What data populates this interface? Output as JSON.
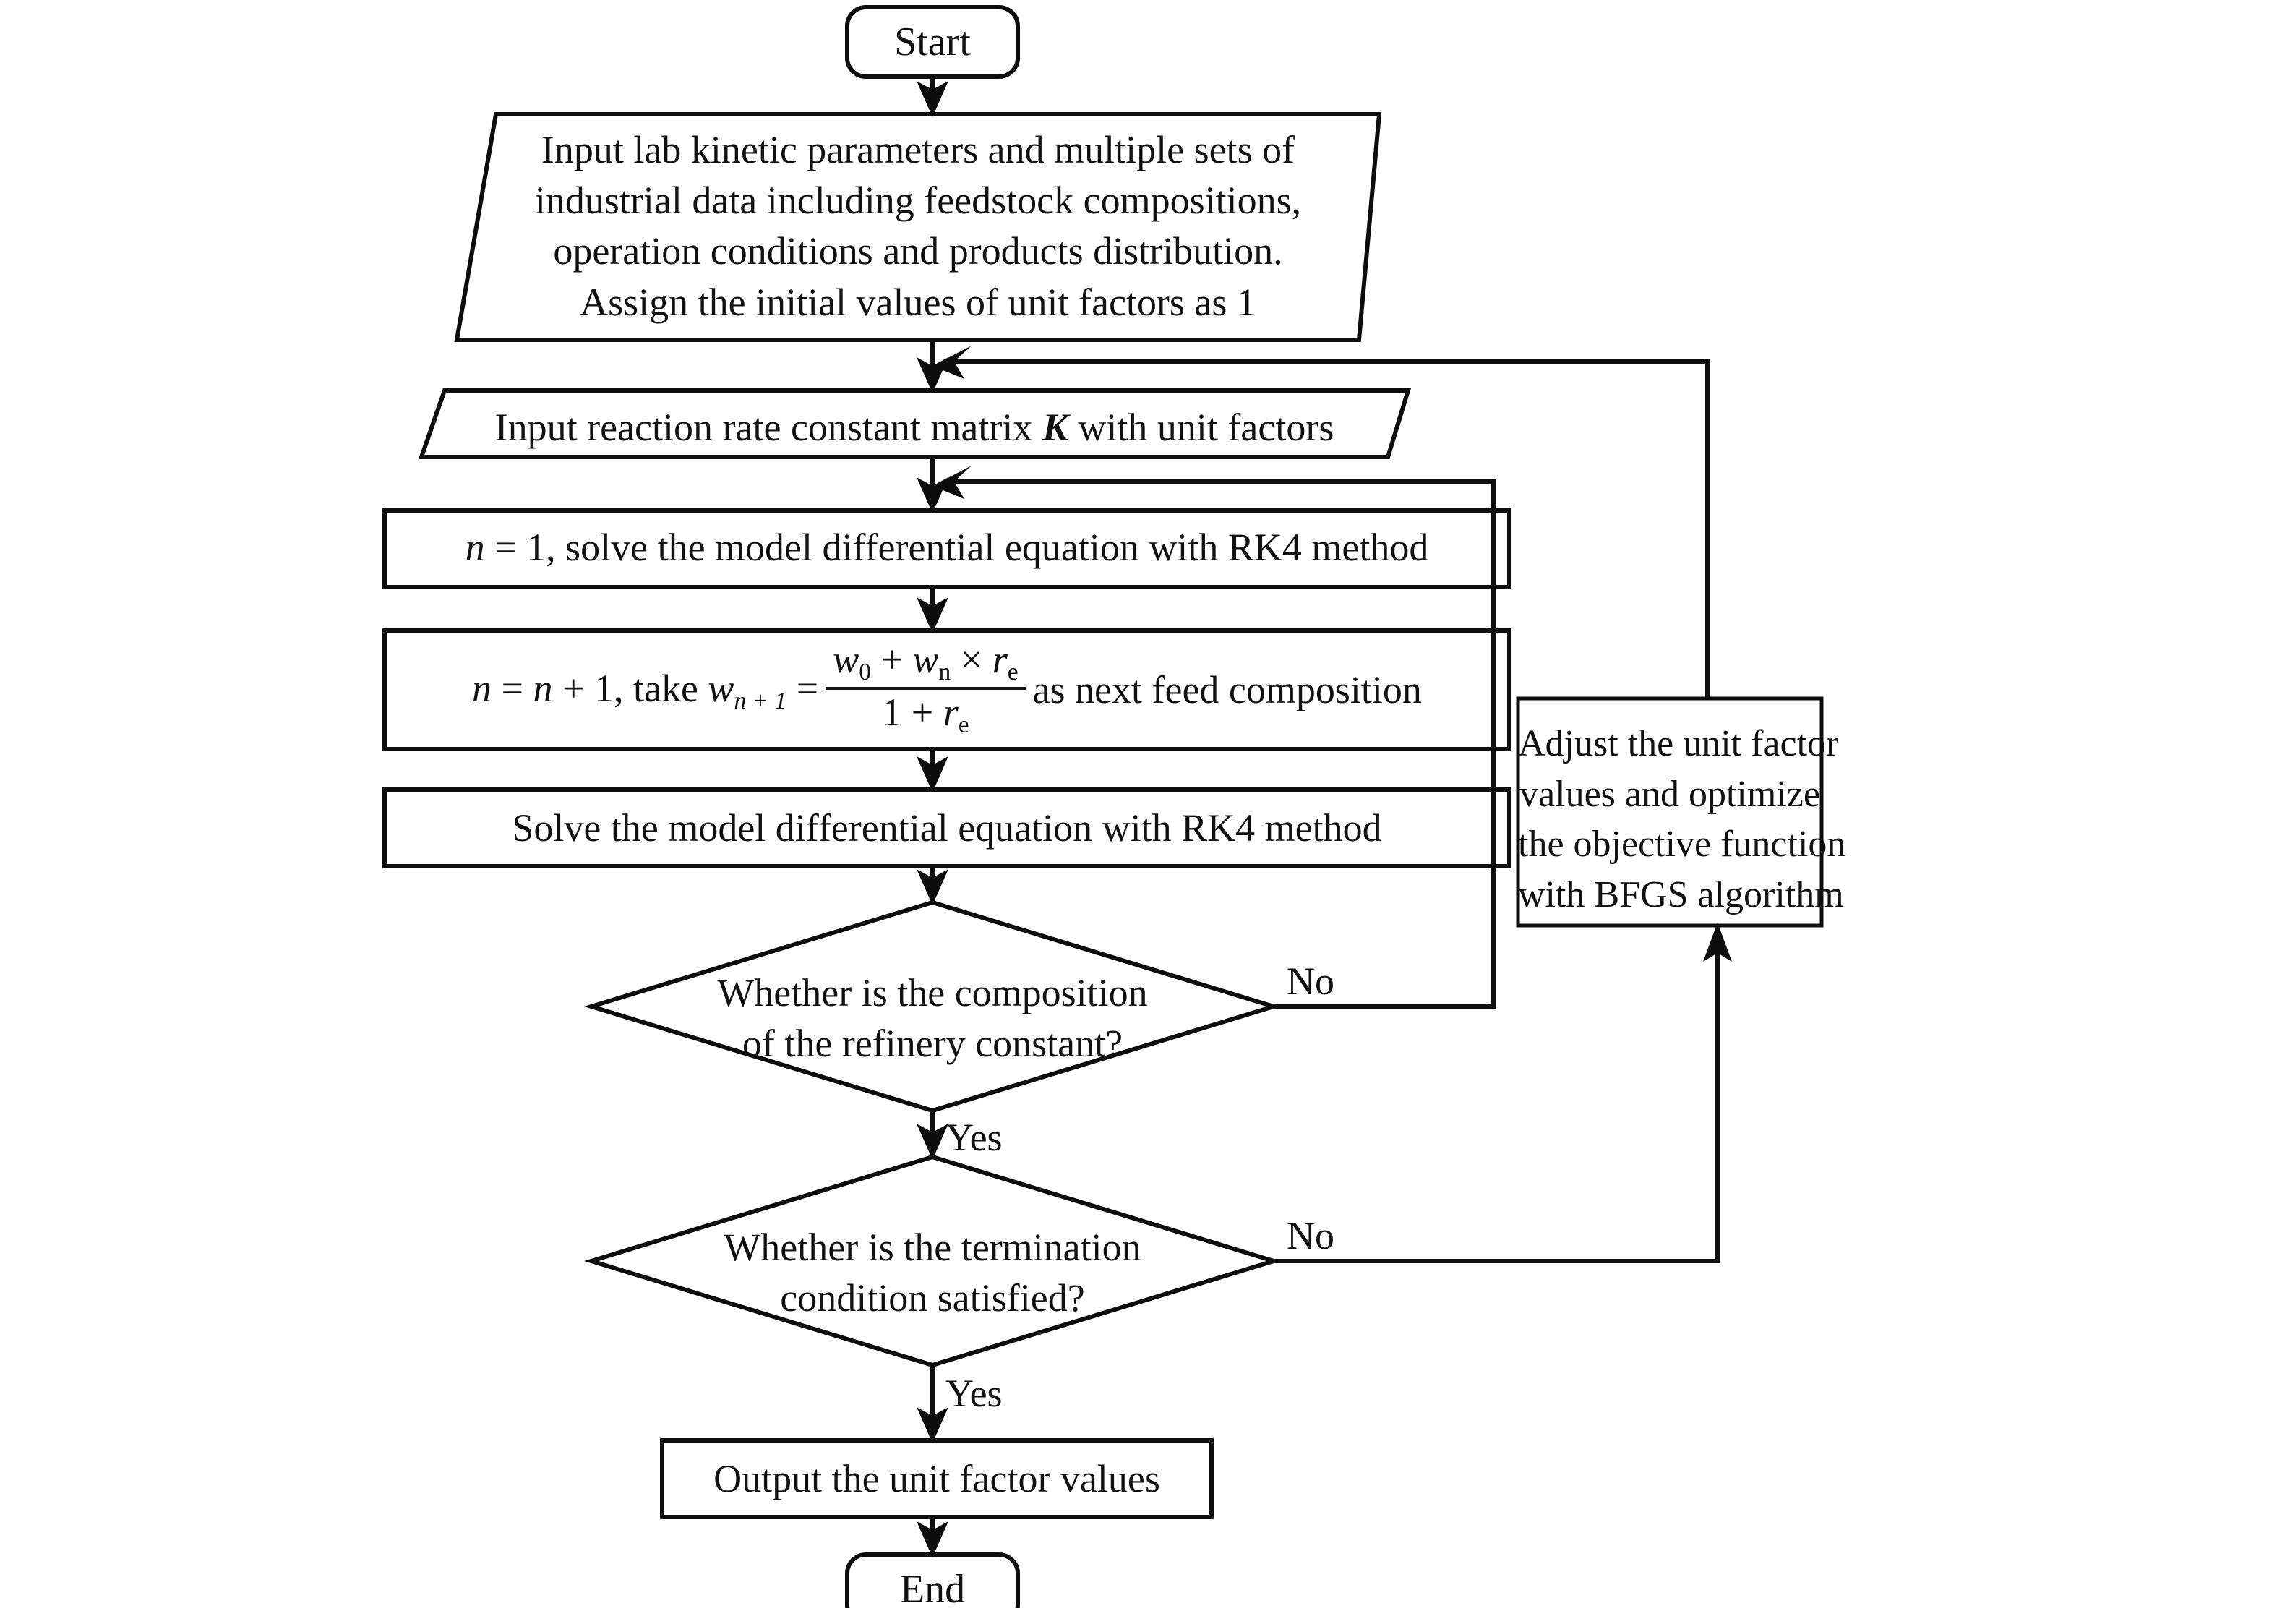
{
  "diagram": {
    "type": "flowchart",
    "title": "Unit factor estimation flowchart",
    "orientation": "top-to-bottom",
    "line_color": "#0d0d0d",
    "fill_color": "#ffffff",
    "nodes": {
      "start": {
        "shape": "terminator",
        "label": "Start"
      },
      "input_params": {
        "shape": "parallelogram",
        "lines": [
          "Input lab kinetic parameters and multiple sets of",
          "industrial data including feedstock compositions,",
          "operation conditions and products distribution.",
          "Assign the initial values of unit factors as 1"
        ]
      },
      "input_matrix": {
        "shape": "parallelogram",
        "text_before": "Input reaction rate constant matrix ",
        "symbol": "K",
        "text_after": " with unit factors"
      },
      "solve_first": {
        "shape": "process",
        "var": "n",
        "text": " = 1, solve the model differential equation with RK4 method"
      },
      "increment": {
        "shape": "process",
        "prefix_var": "n",
        "prefix_eq": " = ",
        "prefix_var2": "n",
        "prefix_tail": " + 1, take ",
        "lhs_var": "w",
        "lhs_sub": "n + 1",
        "equals": " = ",
        "numerator_w0": "w",
        "numerator_w0_sub": "0",
        "numerator_plus": " + ",
        "numerator_wn": "w",
        "numerator_wn_sub": "n",
        "numerator_times": " × ",
        "numerator_re": "r",
        "numerator_re_sub": "e",
        "denominator_one": "1 + ",
        "denominator_re": "r",
        "denominator_re_sub": "e",
        "suffix": " as next feed composition"
      },
      "solve_again": {
        "shape": "process",
        "label": "Solve the model differential equation with RK4 method"
      },
      "decision_composition": {
        "shape": "decision",
        "lines": [
          "Whether is the composition",
          "of the refinery constant?"
        ]
      },
      "decision_termination": {
        "shape": "decision",
        "lines": [
          "Whether is the termination",
          "condition satisfied?"
        ]
      },
      "adjust": {
        "shape": "process",
        "lines": [
          "Adjust the unit factor",
          "values and optimize",
          "the objective function",
          "with BFGS algorithm"
        ]
      },
      "output": {
        "shape": "process",
        "label": "Output the unit factor values"
      },
      "end": {
        "shape": "terminator",
        "label": "End"
      }
    },
    "edge_labels": {
      "composition_no": "No",
      "composition_yes": "Yes",
      "termination_no": "No",
      "termination_yes": "Yes"
    }
  }
}
